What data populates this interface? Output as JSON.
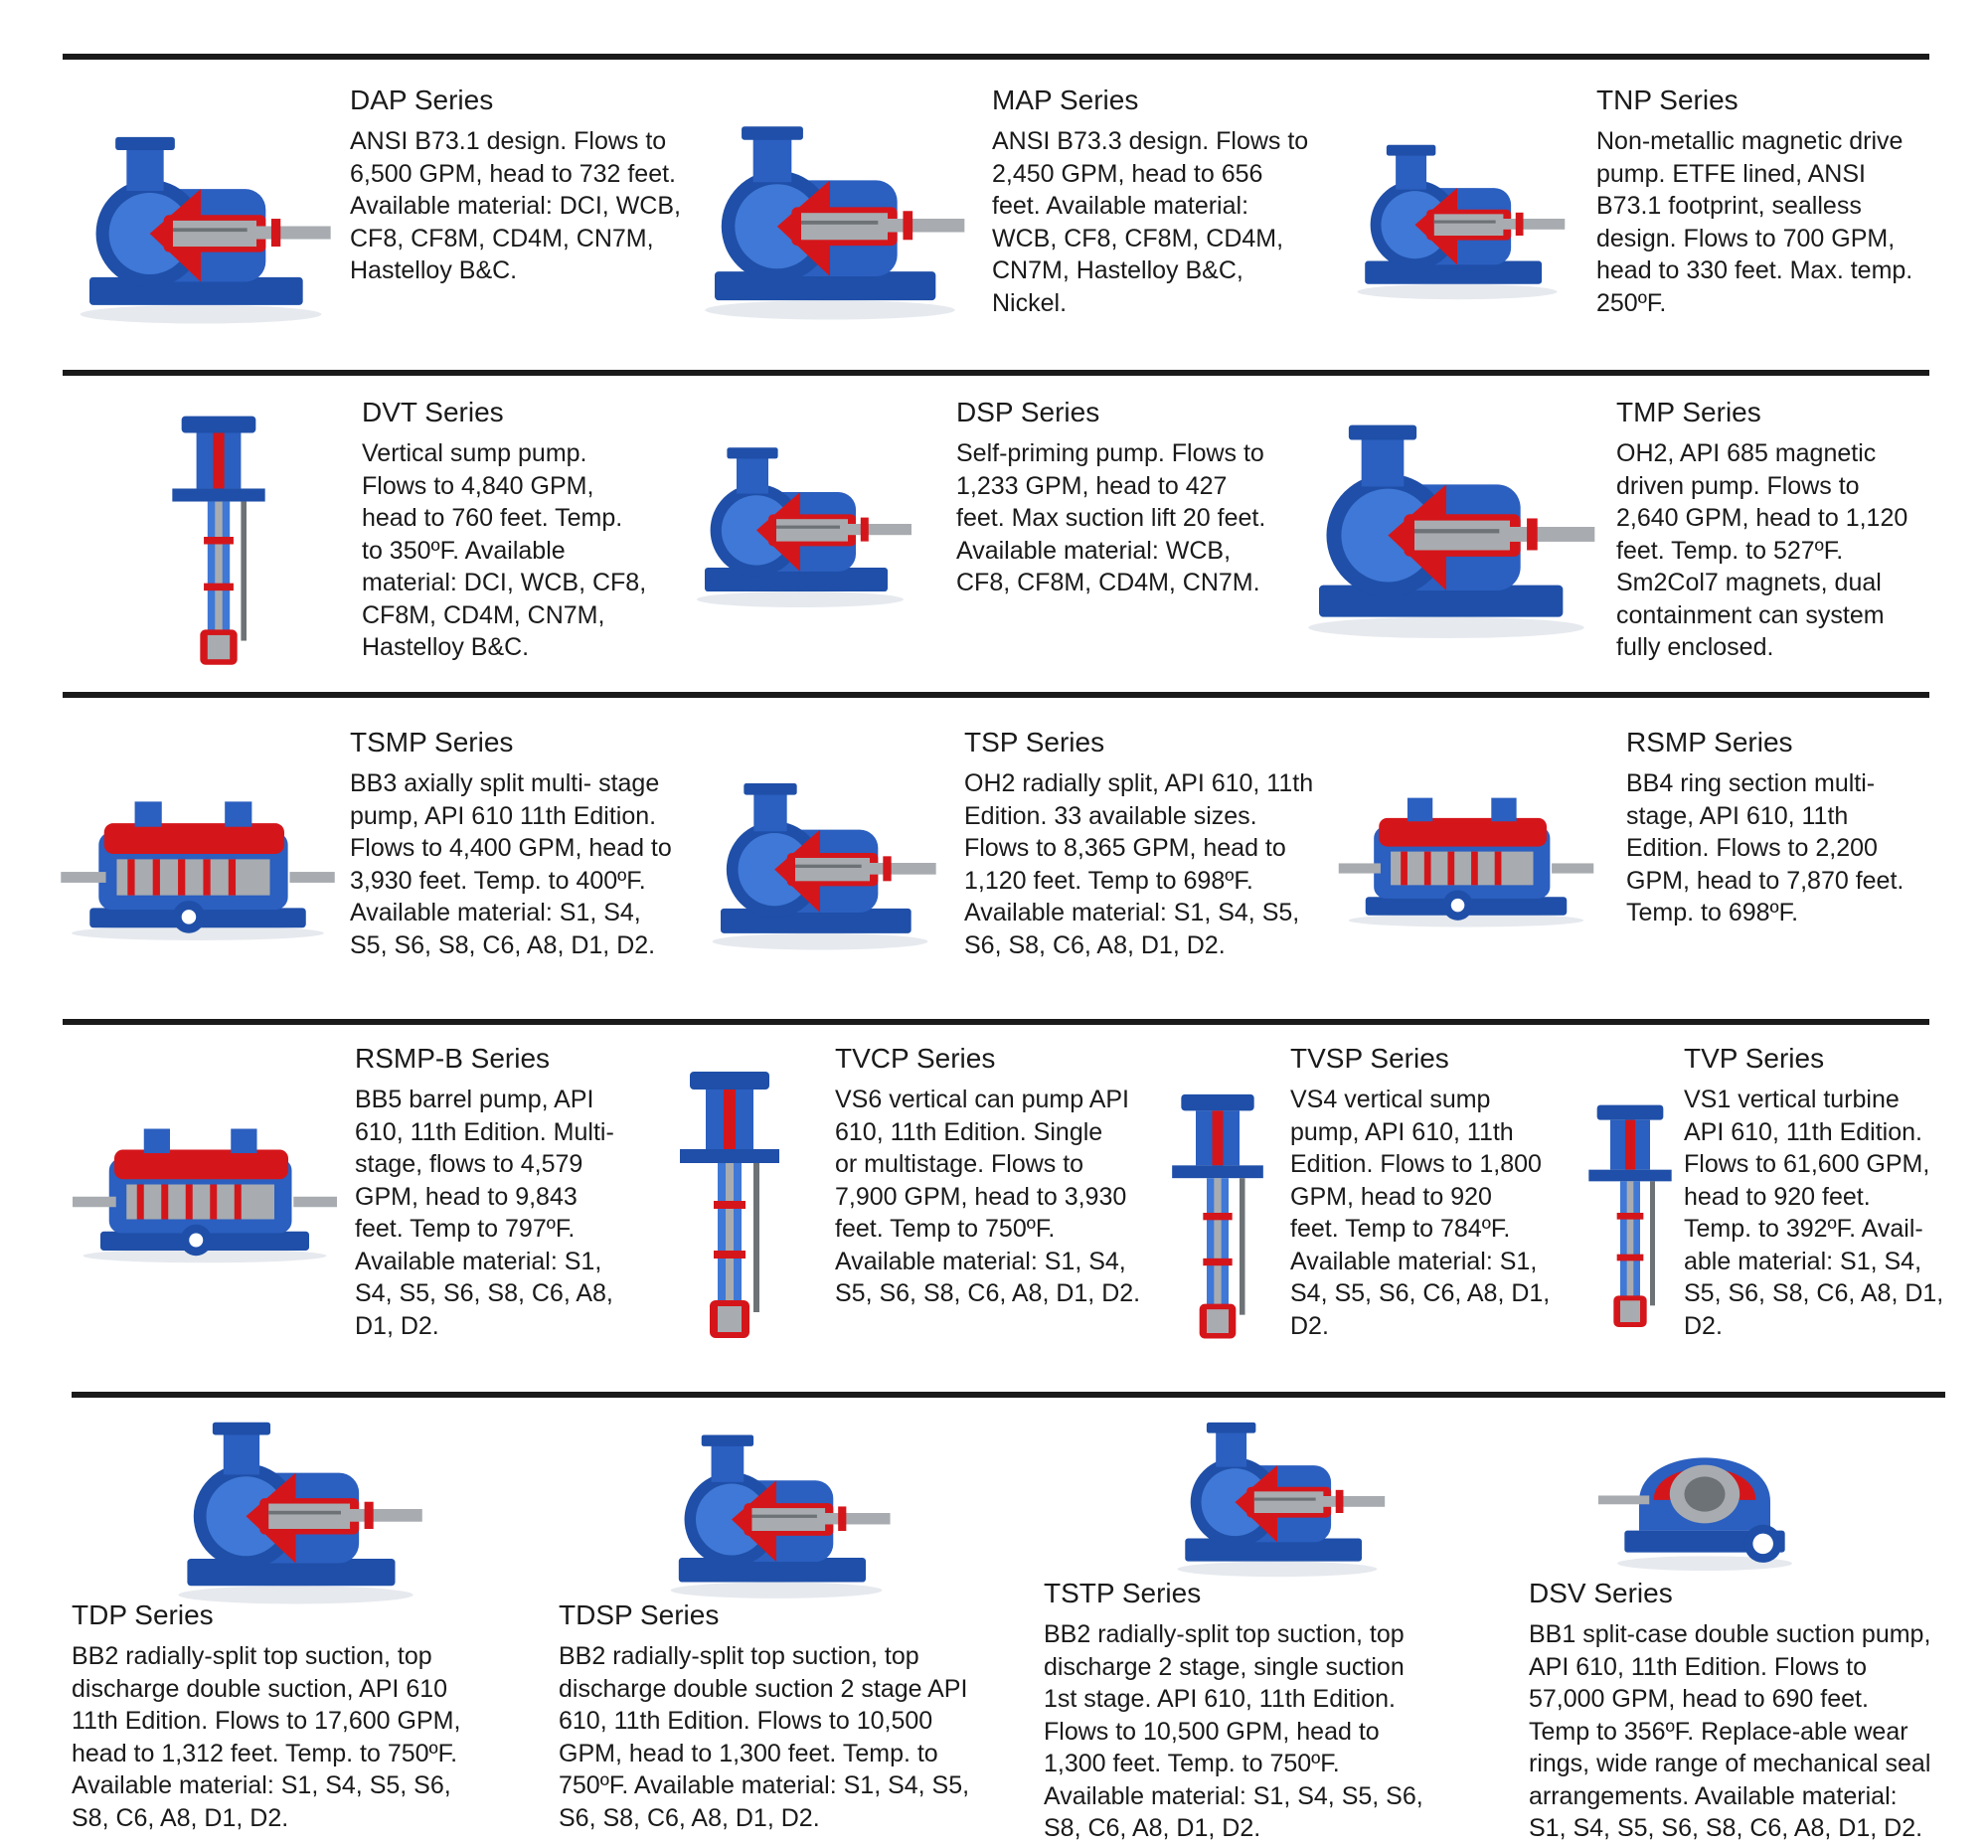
{
  "colors": {
    "pump_blue": "#1f4fa8",
    "pump_blue_light": "#3f78d6",
    "cutaway_red": "#d4161b",
    "metal": "#a8acb0",
    "rule": "#1a1a1a"
  },
  "products": [
    {
      "icon": "horizontal-pump-icon",
      "title": "DAP Series",
      "desc": "ANSI B73.1 design. Flows to\n6,500 GPM, head to 732 feet.\nAvailable material: DCI, WCB,\nCF8, CF8M, CD4M, CN7M,\nHastelloy B&C."
    },
    {
      "icon": "horizontal-pump-icon",
      "title": "MAP Series",
      "desc": "ANSI B73.3 design. Flows to\n2,450 GPM, head to 656\nfeet. Available material:\nWCB, CF8, CF8M, CD4M,\nCN7M, Hastelloy B&C,\nNickel."
    },
    {
      "icon": "horizontal-pump-icon",
      "title": "TNP Series",
      "desc": "Non-metallic magnetic drive\npump. ETFE lined, ANSI\nB73.1 footprint, sealless\ndesign. Flows to 700 GPM,\nhead to 330 feet. Max. temp.\n250ºF."
    },
    {
      "icon": "vertical-pump-icon",
      "title": "DVT Series",
      "desc": "Vertical sump pump.\nFlows to 4,840 GPM,\nhead to 760 feet. Temp.\nto 350ºF. Available\nmaterial: DCI, WCB, CF8,\nCF8M, CD4M, CN7M,\nHastelloy B&C."
    },
    {
      "icon": "horizontal-pump-icon",
      "title": "DSP Series",
      "desc": "Self-priming pump. Flows to\n1,233 GPM, head to 427\nfeet. Max suction lift 20 feet.\nAvailable material: WCB,\nCF8, CF8M, CD4M, CN7M."
    },
    {
      "icon": "horizontal-pump-icon",
      "title": "TMP Series",
      "desc": "OH2, API 685 magnetic\ndriven pump. Flows to\n2,640 GPM, head to 1,120\nfeet. Temp. to 527ºF.\nSm2Col7 magnets, dual\ncontainment can system\nfully enclosed."
    },
    {
      "icon": "multistage-pump-icon",
      "title": "TSMP Series",
      "desc": "BB3 axially split multi- stage\npump, API 610 11th Edition.\nFlows to 4,400 GPM, head to\n3,930 feet. Temp. to 400ºF.\nAvailable material: S1, S4,\nS5, S6, S8, C6, A8, D1, D2."
    },
    {
      "icon": "horizontal-pump-icon",
      "title": "TSP Series",
      "desc": "OH2 radially split, API 610, 11th\nEdition. 33 available sizes.\nFlows to 8,365 GPM, head to\n1,120 feet. Temp to 698ºF.\nAvailable material: S1, S4, S5,\nS6, S8, C6, A8, D1, D2."
    },
    {
      "icon": "multistage-pump-icon",
      "title": "RSMP Series",
      "desc": "BB4 ring section multi-\nstage, API 610, 11th\nEdition. Flows to 2,200\nGPM, head to 7,870 feet.\nTemp.  to 698ºF."
    },
    {
      "icon": "multistage-pump-icon",
      "title": "RSMP-B Series",
      "desc": "BB5 barrel pump, API\n610, 11th Edition. Multi-\nstage, flows to 4,579\nGPM, head to 9,843\nfeet. Temp to 797ºF.\nAvailable material: S1,\nS4, S5, S6, S8, C6, A8,\nD1, D2."
    },
    {
      "icon": "vertical-pump-icon",
      "title": "TVCP Series",
      "desc": "VS6 vertical can pump API\n610, 11th Edition. Single\nor multistage. Flows to\n7,900 GPM, head to 3,930\nfeet. Temp to 750ºF.\nAvailable material: S1, S4,\nS5, S6, S8, C6, A8, D1, D2."
    },
    {
      "icon": "vertical-pump-icon",
      "title": "TVSP Series",
      "desc": "VS4 vertical sump\npump, API 610, 11th\nEdition. Flows to 1,800\nGPM, head to 920\nfeet. Temp to 784ºF.\nAvailable material: S1,\nS4, S5, S6, C6, A8, D1,\nD2."
    },
    {
      "icon": "vertical-pump-icon",
      "title": "TVP Series",
      "desc": "VS1 vertical turbine\nAPI 610, 11th Edition.\nFlows to 61,600 GPM,\nhead to 920 feet.\nTemp. to 392ºF. Avail-\nable material: S1, S4,\nS5, S6, S8, C6, A8, D1,\nD2."
    },
    {
      "icon": "horizontal-pump-icon",
      "title": "TDP Series",
      "desc": "BB2 radially-split top suction, top\ndischarge double suction, API 610\n11th Edition. Flows to 17,600 GPM,\nhead to 1,312 feet. Temp. to 750ºF.\nAvailable material: S1, S4, S5, S6,\nS8, C6, A8, D1, D2."
    },
    {
      "icon": "horizontal-pump-icon",
      "title": "TDSP Series",
      "desc": "BB2 radially-split top suction, top\ndischarge double suction 2 stage API\n610, 11th Edition. Flows to 10,500\nGPM, head to 1,300 feet. Temp. to\n750ºF. Available material: S1, S4, S5,\nS6, S8, C6, A8, D1, D2."
    },
    {
      "icon": "horizontal-pump-icon",
      "title": "TSTP Series",
      "desc": "BB2 radially-split top suction, top\ndischarge 2 stage, single suction\n1st stage. API 610, 11th Edition.\nFlows to 10,500 GPM, head to\n1,300 feet. Temp. to 750ºF.\nAvailable material: S1, S4, S5, S6,\nS8, C6, A8, D1, D2."
    },
    {
      "icon": "split-case-pump-icon",
      "title": "DSV Series",
      "desc": "BB1 split-case double suction pump,\nAPI 610, 11th Edition. Flows to\n57,000 GPM, head to 690 feet.\nTemp to 356ºF. Replace-able wear\nrings, wide range of mechanical seal\narrangements. Available material:\nS1, S4, S5, S6, S8, C6, A8, D1, D2."
    }
  ]
}
